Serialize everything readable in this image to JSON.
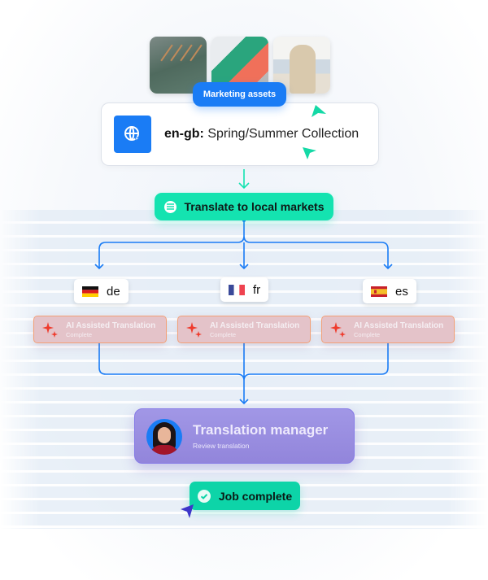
{
  "assets": {
    "label": "Marketing assets",
    "photos": [
      "hanging-shirts-photo",
      "folded-polos-photo",
      "woman-beach-photo"
    ]
  },
  "source": {
    "locale": "en-gb:",
    "title": "Spring/Summer Collection",
    "icon": "globe-cursor-icon"
  },
  "translate_step": {
    "label": "Translate to local markets",
    "icon": "list-icon"
  },
  "languages": [
    {
      "code": "de",
      "flag": "germany-flag"
    },
    {
      "code": "fr",
      "flag": "france-flag"
    },
    {
      "code": "es",
      "flag": "spain-flag"
    }
  ],
  "ai_step": {
    "title": "AI Assisted Translation",
    "status": "Complete",
    "icon": "sparkle-icon"
  },
  "manager": {
    "title": "Translation manager",
    "subtitle": "Review translation"
  },
  "job": {
    "label": "Job complete",
    "icon": "check-circle-icon"
  },
  "colors": {
    "blue": "#1a7cf5",
    "green": "#14e3b0",
    "purple": "#9285db",
    "line": "#1a7cf5"
  }
}
